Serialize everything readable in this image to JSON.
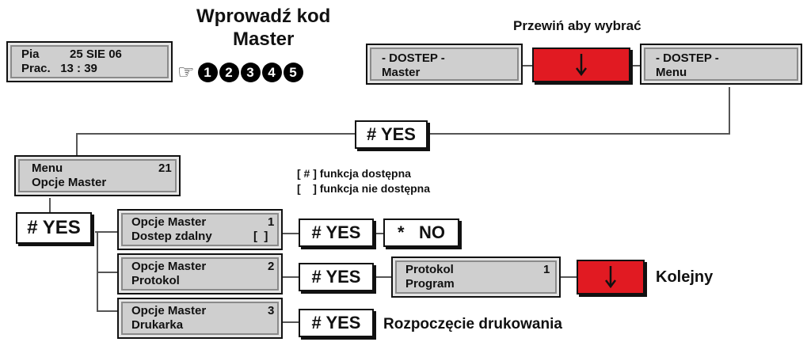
{
  "heading": {
    "line1": "Wprowadź kod",
    "line2": "Master"
  },
  "scroll_hint": "Przewiń aby wybrać",
  "lcd_date": {
    "l1a": "Pia",
    "l1b": "25 SIE 06",
    "l2": "Prac.   13 : 39"
  },
  "code_digits": [
    "1",
    "2",
    "3",
    "4",
    "5"
  ],
  "lcd_dostep_master": {
    "l1": "- DOSTEP -",
    "l2": "Master"
  },
  "lcd_dostep_menu": {
    "l1": "- DOSTEP -",
    "l2": "Menu"
  },
  "yes_label": "# YES",
  "no_label": "*   NO",
  "lcd_menu": {
    "l1": "Menu",
    "num": "21",
    "l2": "Opcje Master"
  },
  "legend": {
    "available": "[ # ] funkcja dostępna",
    "unavailable": "[    ] funkcja nie dostępna"
  },
  "lcd_opt1": {
    "l1": "Opcje Master",
    "num": "1",
    "l2": "Dostep zdalny",
    "flag": "[  ]"
  },
  "lcd_opt2": {
    "l1": "Opcje Master",
    "num": "2",
    "l2": "Protokol"
  },
  "lcd_opt3": {
    "l1": "Opcje Master",
    "num": "3",
    "l2": "Drukarka"
  },
  "lcd_protokol": {
    "l1": "Protokol",
    "num": "1",
    "l2": "Program"
  },
  "next_label": "Kolejny",
  "print_label": "Rozpoczęcie drukowania"
}
